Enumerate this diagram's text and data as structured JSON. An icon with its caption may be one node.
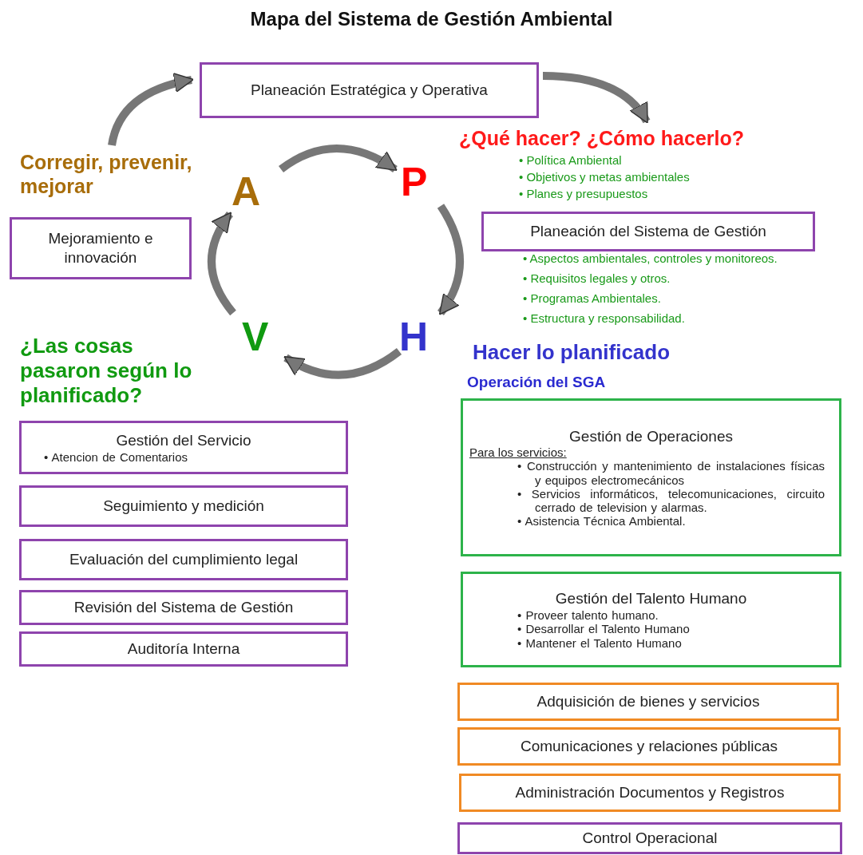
{
  "diagram": {
    "title": "Mapa del Sistema de Gestión Ambiental",
    "nodes": [
      {
        "text": [
          "Planeación Estratégica y Operativa"
        ]
      },
      {
        "text": [
          "¿Qué hacer? ¿Cómo hacerlo?"
        ]
      },
      {
        "text": [
          "Corregir, prevenir, mejorar"
        ]
      },
      {
        "text": [
          "A"
        ]
      },
      {
        "text": [
          "P"
        ]
      },
      {
        "text": [
          "Mejoramiento e innovación"
        ]
      },
      {
        "text": [
          "Planeación del Sistema de Gestión"
        ]
      },
      {
        "text": [
          "V"
        ]
      },
      {
        "text": [
          "H"
        ]
      },
      {
        "text": [
          "Gestión del Servicio",
          "• Atencion de Comentarios"
        ]
      },
      {
        "text": [
          "Seguimiento y medición"
        ]
      },
      {
        "text": [
          "Evaluación del cumplimiento legal"
        ]
      },
      {
        "text": [
          "Revisión del Sistema de Gestión"
        ]
      },
      {
        "text": [
          "Auditoría Interna"
        ]
      },
      {
        "text": [
          "Gestión de Operaciones",
          "Para los servicios:",
          "• Construcción y mantenimiento de instalaciones físicas y equipos electromecánicos",
          "• Servicios informáticos, telecomunicaciones, circuito cerrado de television y alarmas.",
          "• Asistencia Técnica Ambiental."
        ]
      },
      {
        "text": [
          "Gestión del Talento Humano",
          "• Proveer talento humano.",
          "• Desarrollar el Talento Humano",
          "• Mantener el Talento Humano"
        ]
      },
      {
        "text": [
          "Adquisición de bienes y servicios"
        ]
      },
      {
        "text": [
          "Comunicaciones y relaciones públicas"
        ]
      },
      {
        "text": [
          "Administración Documentos y Registros"
        ]
      },
      {
        "text": [
          "Control Operacional"
        ]
      }
    ],
    "edges": [
      {
        "from": 2,
        "to": 0,
        "arrow": "to"
      },
      {
        "from": 0,
        "to": 1,
        "arrow": "to"
      },
      {
        "from": 3,
        "to": 4,
        "arrow": "to"
      },
      {
        "from": 4,
        "to": 8,
        "arrow": "to"
      },
      {
        "from": 8,
        "to": 7,
        "arrow": "to"
      },
      {
        "from": 7,
        "to": 3,
        "arrow": "to"
      }
    ],
    "labels": [
      "• Política Ambiental",
      "• Objetivos y metas ambientales",
      "• Planes y presupuestos",
      "• Aspectos ambientales, controles y monitoreos.",
      "• Requisitos legales y otros.",
      "• Programas Ambientales.",
      "• Estructura y responsabilidad.",
      "¿Las cosas pasaron según lo planificado?",
      "Hacer lo planificado",
      "Operación del SGA"
    ]
  }
}
